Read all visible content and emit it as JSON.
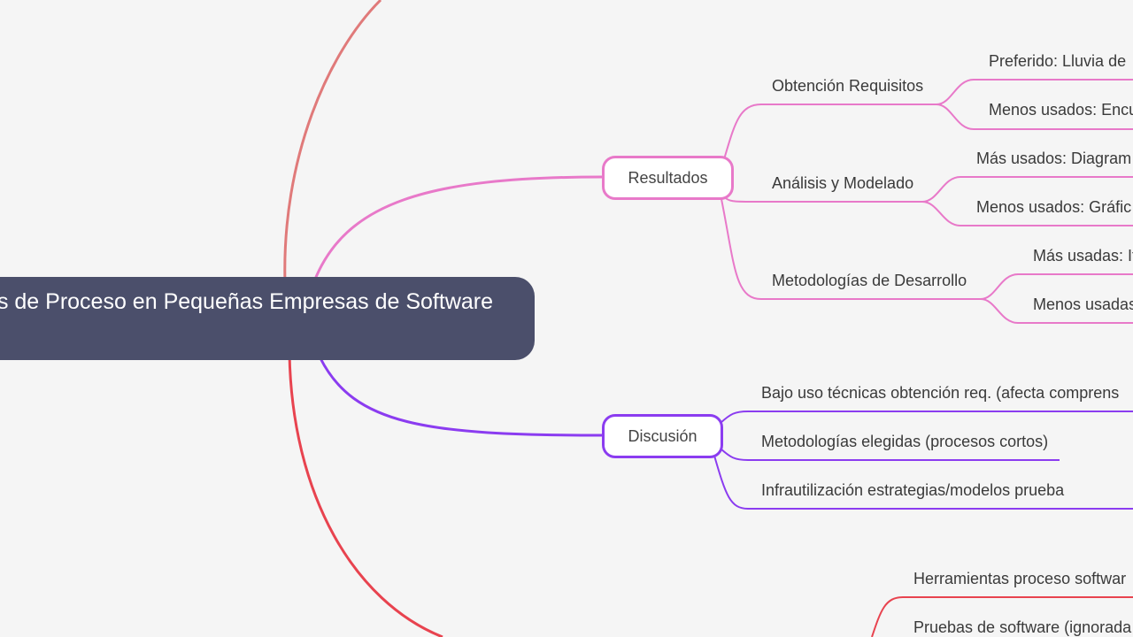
{
  "colors": {
    "background": "#f5f5f5",
    "root": "#4b4f6b",
    "resultados": "#e879c9",
    "discusion": "#8b3cf0",
    "red_branch": "#e8434f",
    "top_branch": "#e07a7a"
  },
  "root": {
    "title": "s de Proceso en Pequeñas Empresas de Software"
  },
  "resultados": {
    "label": "Resultados",
    "children": [
      {
        "label": "Obtención Requisitos",
        "children": [
          "Preferido: Lluvia de",
          "Menos usados: Encu"
        ]
      },
      {
        "label": "Análisis y Modelado",
        "children": [
          "Más usados: Diagram",
          "Menos usados: Gráfic"
        ]
      },
      {
        "label": "Metodologías de Desarrollo",
        "children": [
          "Más usadas: It",
          "Menos usadas"
        ]
      }
    ]
  },
  "discusion": {
    "label": "Discusión",
    "children": [
      "Bajo uso técnicas obtención req. (afecta comprens",
      "Metodologías elegidas (procesos cortos)",
      "Infrautilización estrategias/modelos prueba"
    ]
  },
  "bottom_branch": {
    "children": [
      "Herramientas proceso softwar",
      "Pruebas de software (ignorada"
    ]
  }
}
